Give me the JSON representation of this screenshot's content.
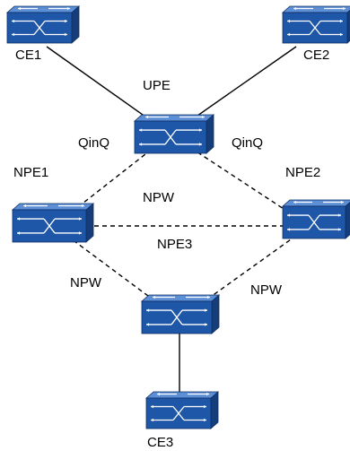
{
  "devices": [
    {
      "id": "ce1",
      "label": "CE1"
    },
    {
      "id": "ce2",
      "label": "CE2"
    },
    {
      "id": "upe",
      "label": "UPE"
    },
    {
      "id": "npe1",
      "label": "NPE1"
    },
    {
      "id": "npe2",
      "label": "NPE2"
    },
    {
      "id": "npe3",
      "label": "NPE3"
    },
    {
      "id": "ce3",
      "label": "CE3"
    }
  ],
  "link_labels": {
    "qinq_left": "QinQ",
    "qinq_right": "QinQ",
    "npw_top": "NPW",
    "npw_left": "NPW",
    "npw_right": "NPW"
  },
  "links": [
    {
      "from": "ce1",
      "to": "upe",
      "style": "solid"
    },
    {
      "from": "ce2",
      "to": "upe",
      "style": "solid"
    },
    {
      "from": "upe",
      "to": "npe1",
      "style": "dashed"
    },
    {
      "from": "upe",
      "to": "npe2",
      "style": "dashed"
    },
    {
      "from": "npe1",
      "to": "npe2",
      "style": "dashed"
    },
    {
      "from": "npe1",
      "to": "npe3",
      "style": "dashed"
    },
    {
      "from": "npe2",
      "to": "npe3",
      "style": "dashed"
    },
    {
      "from": "npe3",
      "to": "ce3",
      "style": "solid"
    }
  ],
  "colors": {
    "switch_face": "#1f57a8",
    "switch_top": "#5d8fd6",
    "switch_side": "#143d7a",
    "line": "#000000"
  }
}
